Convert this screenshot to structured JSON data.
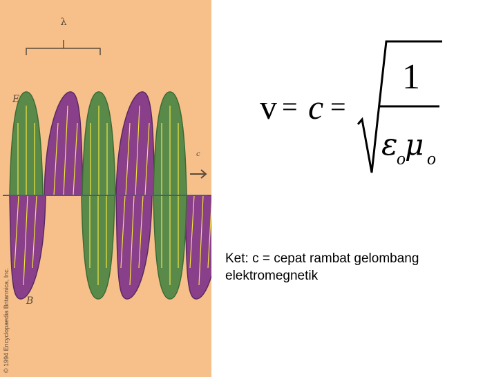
{
  "diagram": {
    "wavelength_label": "λ",
    "e_label": "E",
    "b_label": "B",
    "direction_label": "c",
    "copyright": "© 1994 Encyclopaedia Britannica, Inc.",
    "colors": {
      "background": "#f7c08a",
      "e_field": "#5a8a4a",
      "b_field": "#8a3f8a",
      "axis": "#3a5f8a",
      "arrow_lines": "#f2e640"
    }
  },
  "formula": {
    "v": "v",
    "eq1": "=",
    "c": "c",
    "eq2": "=",
    "numerator": "1",
    "epsilon": "ε",
    "sub_eps": "o",
    "mu": "μ",
    "sub_mu": "o"
  },
  "note": {
    "line1": "Ket: c = cepat rambat gelombang",
    "line2": "elektromegnetik"
  }
}
